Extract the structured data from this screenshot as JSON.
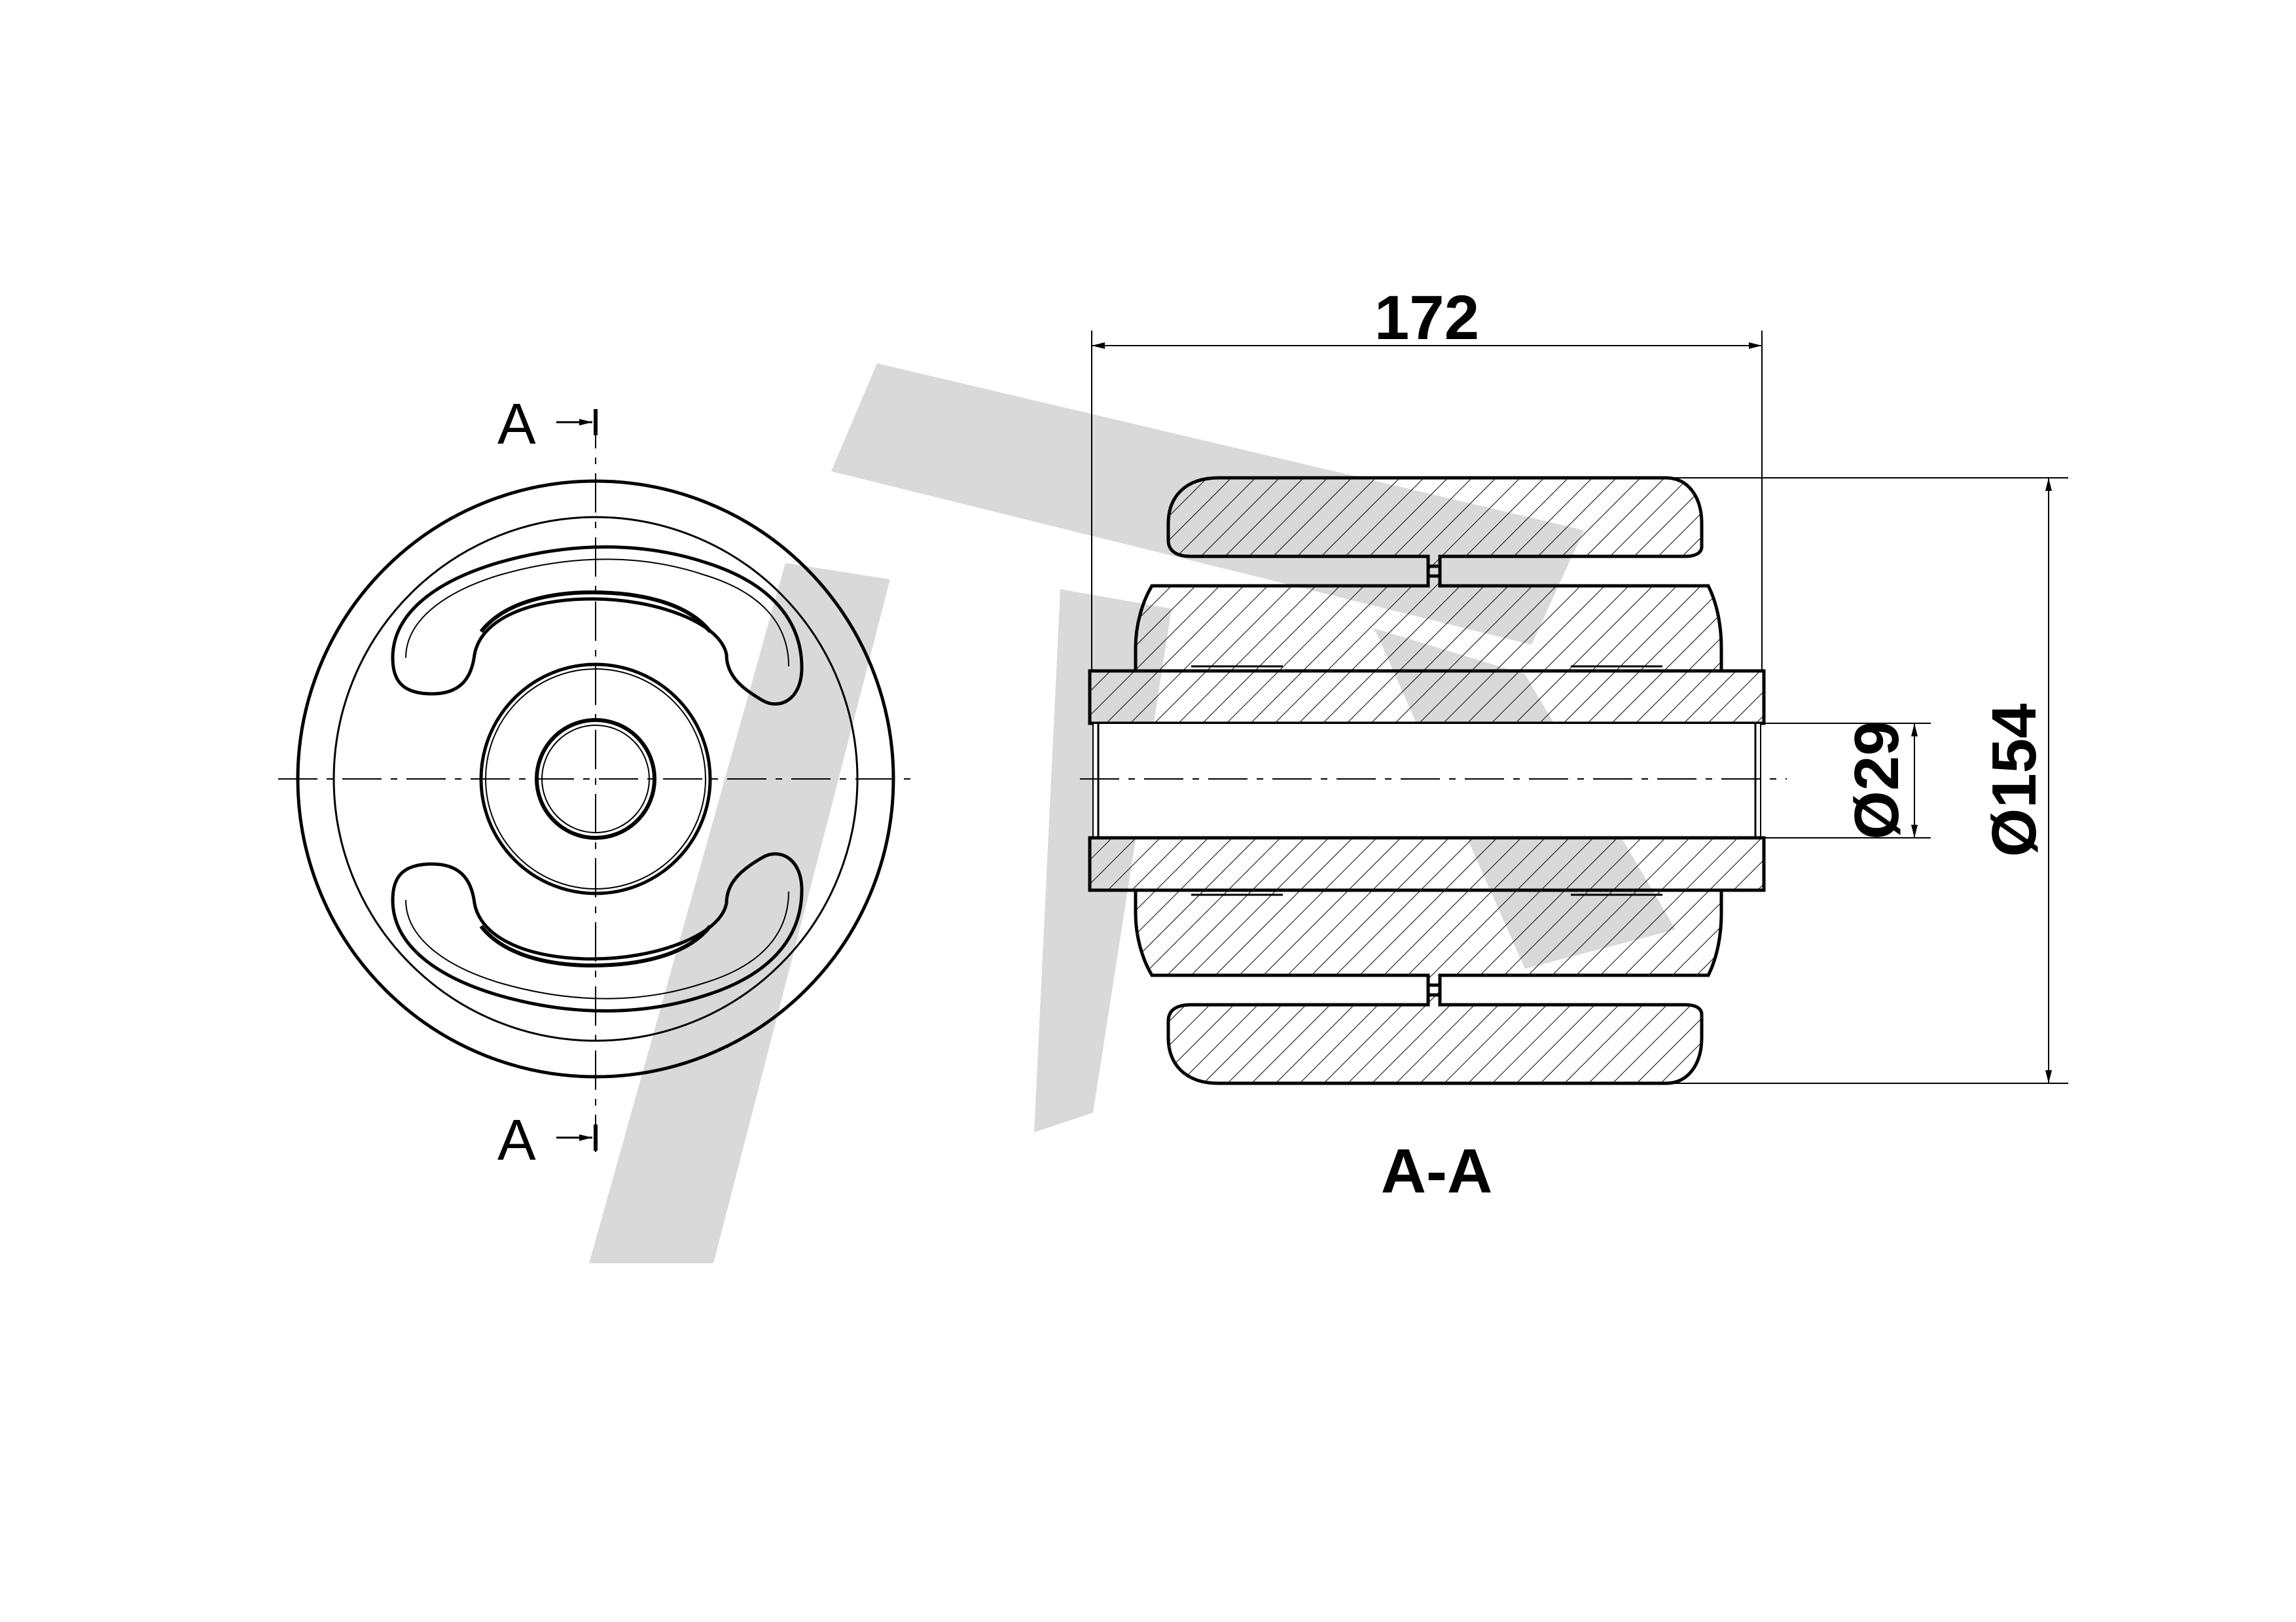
{
  "section_markers": {
    "top": "A",
    "bottom": "A"
  },
  "dimensions": {
    "length": "172",
    "inner_diameter": "Ø29",
    "outer_diameter": "Ø154"
  },
  "section_caption": "A-A",
  "colors": {
    "line": "#000000",
    "watermark": "#d9d9d9",
    "background": "#ffffff"
  }
}
